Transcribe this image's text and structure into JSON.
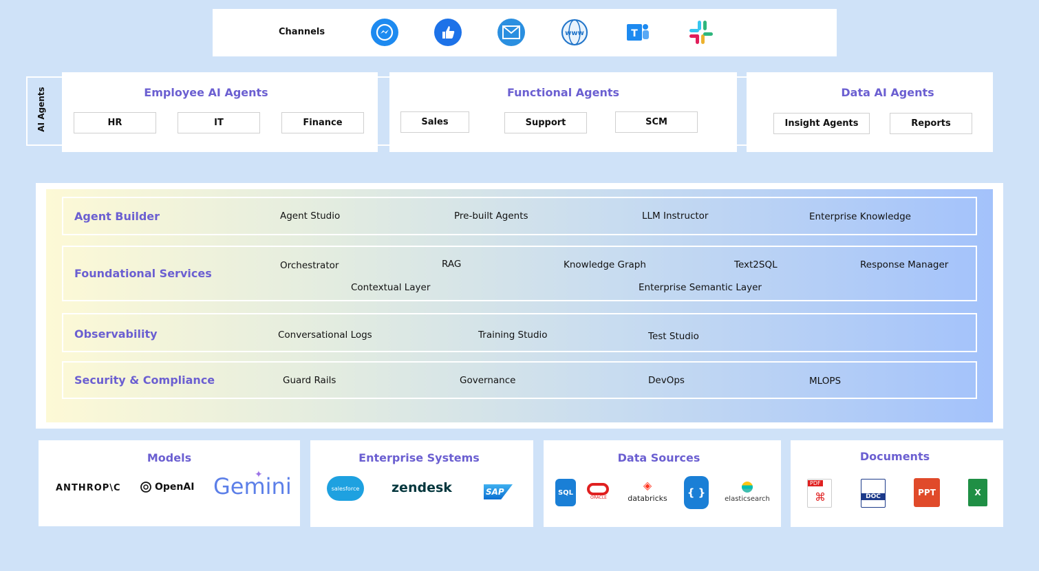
{
  "channels": {
    "label": "Channels",
    "icons": [
      "messenger-icon",
      "thumbs-up-icon",
      "email-icon",
      "web-icon",
      "teams-icon",
      "slack-icon"
    ]
  },
  "ai_agents_label": "AI Agents",
  "employee": {
    "title": "Employee AI Agents",
    "items": [
      "HR",
      "IT",
      "Finance"
    ]
  },
  "functional": {
    "title": "Functional Agents",
    "items": [
      "Sales",
      "Support",
      "SCM"
    ]
  },
  "data_agents": {
    "title": "Data AI Agents",
    "items": [
      "Insight Agents",
      "Reports"
    ]
  },
  "agent_builder": {
    "title": "Agent Builder",
    "items": [
      "Agent Studio",
      "Pre-built Agents",
      "LLM Instructor",
      "Enterprise Knowledge"
    ]
  },
  "foundational": {
    "title": "Foundational Services",
    "items": [
      "Orchestrator",
      "RAG",
      "Knowledge Graph",
      "Text2SQL",
      "Response Manager",
      "Contextual Layer",
      "Enterprise Semantic Layer"
    ]
  },
  "observability": {
    "title": "Observability",
    "items": [
      "Conversational Logs",
      "Training Studio",
      "Test Studio"
    ]
  },
  "security": {
    "title": "Security & Compliance",
    "items": [
      "Guard Rails",
      "Governance",
      "DevOps",
      "MLOPS"
    ]
  },
  "models": {
    "title": "Models",
    "logos": [
      "ANTHROP\\C",
      "OpenAI",
      "Gemini"
    ]
  },
  "enterprise": {
    "title": "Enterprise Systems",
    "logos": [
      "salesforce",
      "zendesk",
      "SAP"
    ]
  },
  "data_sources": {
    "title": "Data Sources",
    "logos": [
      "SQL",
      "ORACLE",
      "databricks",
      "{ }",
      "elasticsearch"
    ]
  },
  "documents": {
    "title": "Documents",
    "logos": [
      "PDF",
      "DOC",
      "PPT",
      "X"
    ]
  },
  "colors": {
    "accent": "#6b5fd1",
    "background": "#cfe2f8"
  }
}
